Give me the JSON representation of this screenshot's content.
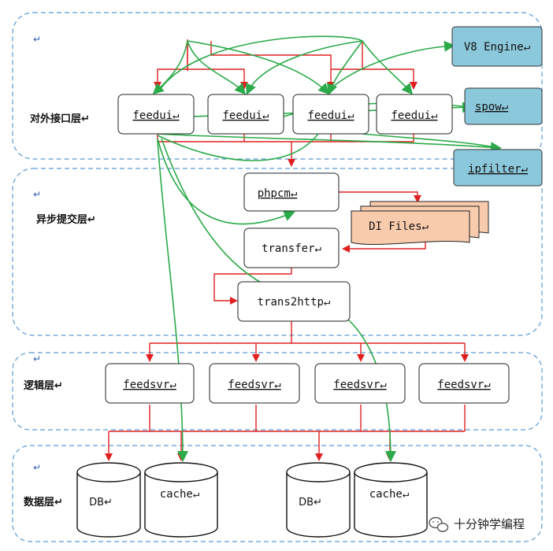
{
  "layers": [
    {
      "label": "对外接口层↵"
    },
    {
      "label": "异步提交层↵"
    },
    {
      "label": "逻辑层↵"
    },
    {
      "label": "数据层↵"
    }
  ],
  "layer_marks": [
    "↵",
    "↵",
    "↵",
    "↵"
  ],
  "feedui": [
    "feedui↵",
    "feedui↵",
    "feedui↵",
    "feedui↵"
  ],
  "services": {
    "v8": "V8 Engine↵",
    "spow": "spow↵",
    "ipfilter": "ipfilter↵"
  },
  "async": {
    "phpcm": "phpcm↵",
    "transfer": "transfer↵",
    "trans2http": "trans2http↵",
    "difiles": "DI Files↵"
  },
  "feedsvr": [
    "feedsvr↵",
    "feedsvr↵",
    "feedsvr↵",
    "feedsvr↵"
  ],
  "storage": {
    "db1": "DB↵",
    "cache1": "cache↵",
    "db2": "DB↵",
    "cache2": "cache↵"
  },
  "watermark": "十分钟学编程",
  "colors": {
    "layer_border": "#5b9bd5",
    "service_fill": "#8cc8dc",
    "files_fill": "#f8cbad",
    "red_line": "#e02020",
    "green_line": "#2aaa48"
  }
}
